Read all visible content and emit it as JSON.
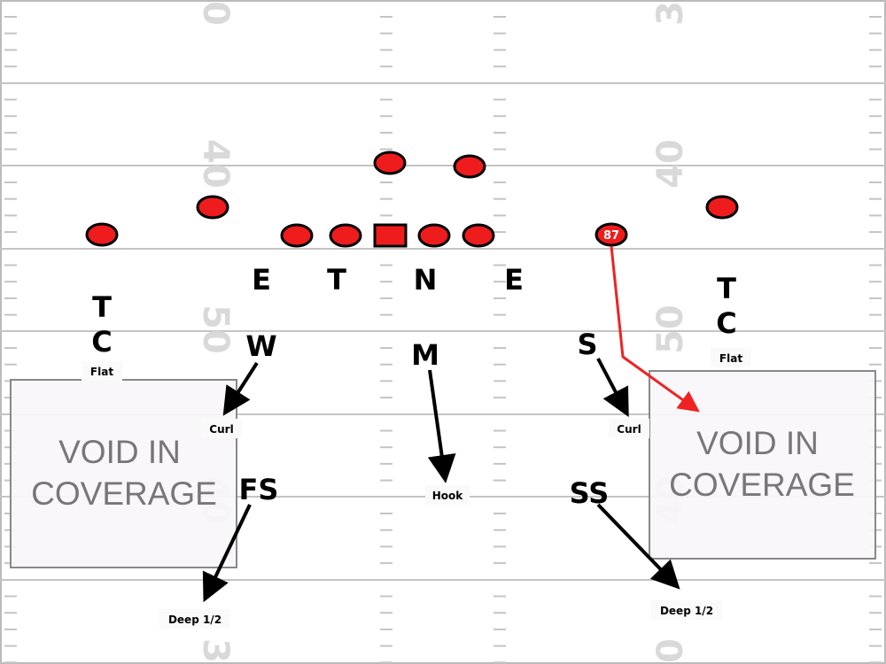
{
  "field": {
    "yard_numbers_left": [
      "0",
      "40",
      "50",
      "40",
      "3"
    ],
    "yard_numbers_right": [
      "3",
      "40",
      "50",
      "40",
      "0"
    ]
  },
  "offense": {
    "receiver_number": "87",
    "colors": {
      "player_fill": "#ee1c1c",
      "route": "#ee2222"
    }
  },
  "defense": {
    "line": [
      "E",
      "T",
      "N",
      "E"
    ],
    "corners": [
      "C",
      "C"
    ],
    "corner_technique": [
      "T",
      "T"
    ],
    "linebackers": [
      "W",
      "M",
      "S"
    ],
    "safeties": [
      "FS",
      "SS"
    ]
  },
  "zones": {
    "flat_left": "Flat",
    "flat_right": "Flat",
    "curl_left": "Curl",
    "curl_right": "Curl",
    "hook": "Hook",
    "deep_left": "Deep 1/2",
    "deep_right": "Deep 1/2"
  },
  "voids": {
    "left": {
      "line1": "VOID IN",
      "line2": "COVERAGE"
    },
    "right": {
      "line1": "VOID IN",
      "line2": "COVERAGE"
    }
  }
}
